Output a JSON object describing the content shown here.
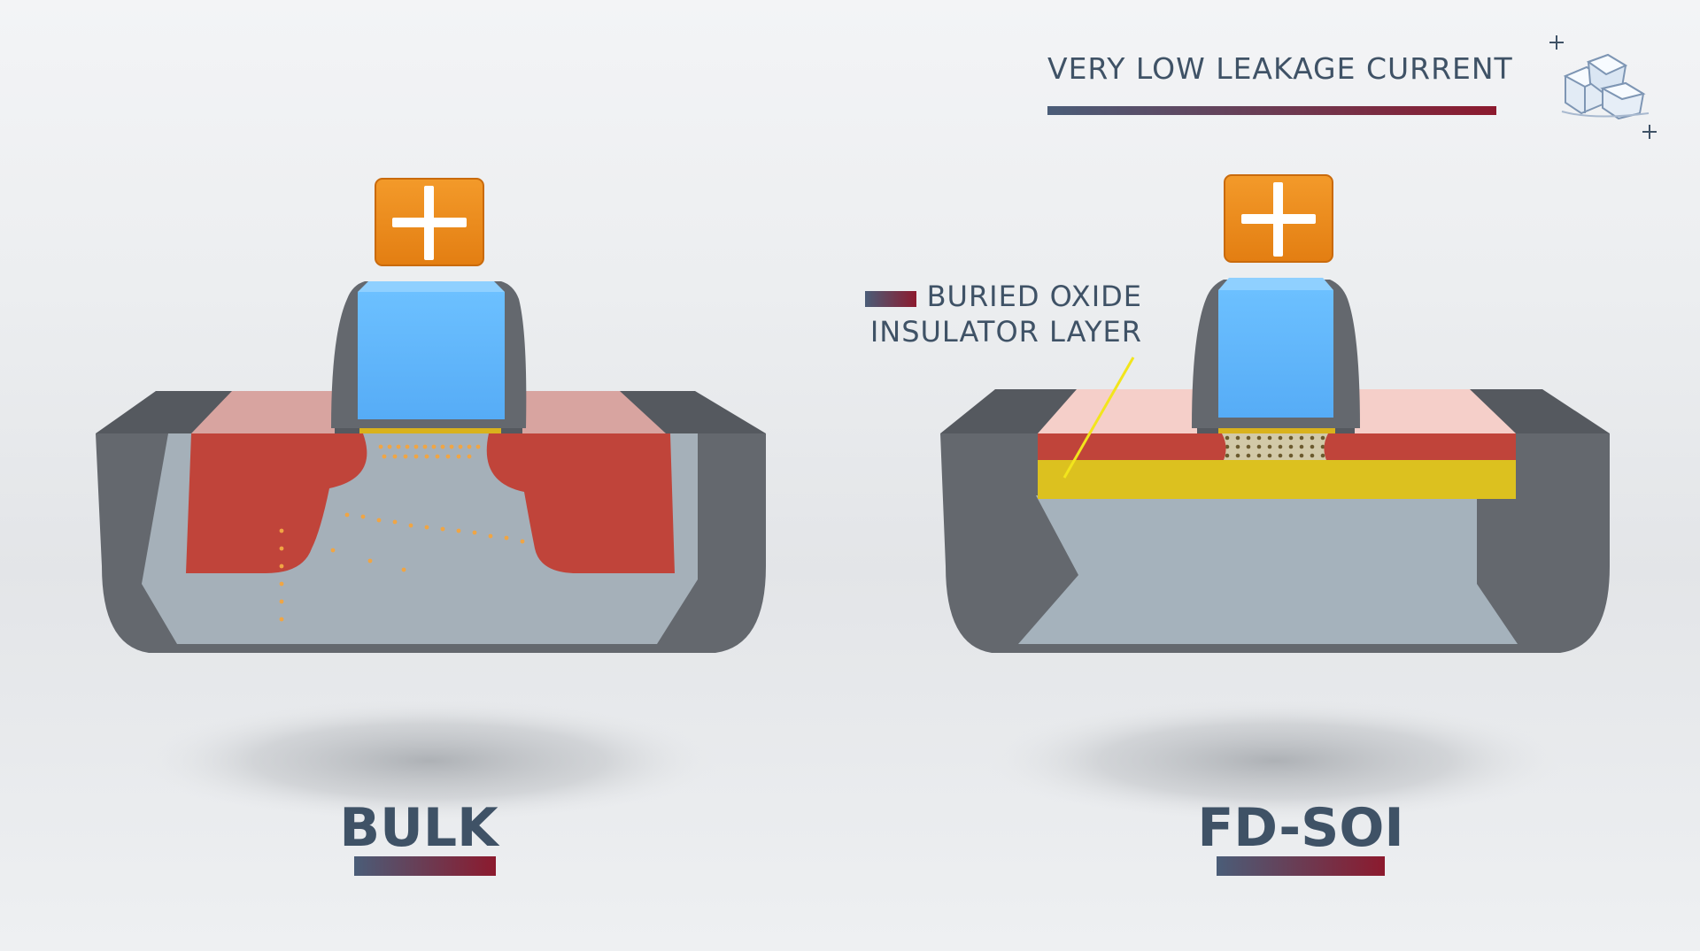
{
  "header": {
    "tagline": "VERY LOW LEAKAGE CURRENT"
  },
  "annotation": {
    "line1": "BURIED OXIDE",
    "line2": "INSULATOR LAYER"
  },
  "transistors": [
    {
      "name": "BULK",
      "gate_symbol": "+"
    },
    {
      "name": "FD-SOI",
      "gate_symbol": "+"
    }
  ],
  "icons": {
    "top_right": "ice-cubes-icon",
    "sparkles": "plus-sparkle-icon"
  },
  "colors": {
    "text": "#3f5266",
    "gradient_start": "#4a5d78",
    "gradient_end": "#8c1a2e",
    "gate_contact": "#ee8a1c",
    "gate": "#61b8ff",
    "substrate": "#666a70",
    "channel": "#a9b4bd",
    "source_drain": "#c0443a",
    "buried_oxide": "#dcc11f",
    "callout_line": "#f2e51c"
  }
}
